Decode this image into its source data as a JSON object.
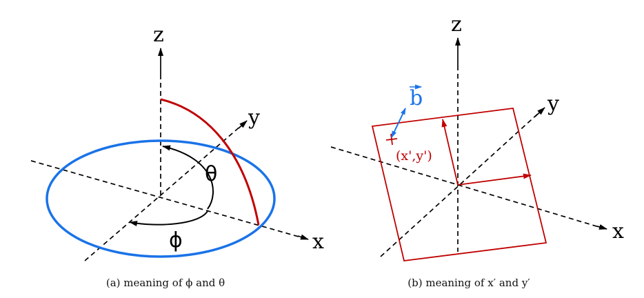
{
  "panel_a": {
    "axis_x": "x",
    "axis_y": "y",
    "axis_z": "z",
    "theta": "θ",
    "phi": "ϕ",
    "caption": "(a) meaning of ϕ and θ"
  },
  "panel_b": {
    "axis_x": "x",
    "axis_y": "y",
    "axis_z": "z",
    "vector_b": "b",
    "point_label": "(x',y')",
    "caption": "(b) meaning of x′ and y′"
  },
  "colors": {
    "circle": "#1a73e8",
    "arc": "#c00000",
    "square": "#c00000",
    "vector_b": "#1a73e8"
  }
}
